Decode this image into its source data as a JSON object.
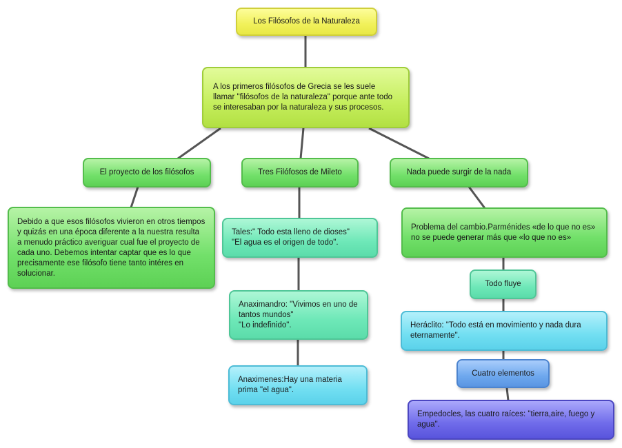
{
  "diagram": {
    "nodes": [
      {
        "id": "root",
        "text": "Los Filósofos de la Naturaleza"
      },
      {
        "id": "intro",
        "text": "A los primeros filósofos de Grecia se les suele llamar \"filósofos de la naturaleza\" porque ante todo se interesaban por la naturaleza y sus procesos."
      },
      {
        "id": "proyecto",
        "text": "El proyecto de los filósofos"
      },
      {
        "id": "proyecto_desc",
        "text": "Debido a que esos filósofos vivieron en otros tiempos y quizás en una época diferente a la nuestra resulta a menudo práctico averiguar cual fue el proyecto de cada uno. Debemos intentar captar que es lo que precisamente ese filósofo tiene tanto intéres en solucionar."
      },
      {
        "id": "mileto",
        "text": "Tres Filófosos de Mileto"
      },
      {
        "id": "tales",
        "text": "Tales:\" Todo esta lleno de dioses\"\n\"El agua es el origen de todo\"."
      },
      {
        "id": "anaximandro",
        "text": "Anaximandro: \"Vivimos en uno de tantos mundos\"\n\"Lo indefinido\"."
      },
      {
        "id": "anaximenes",
        "text": "Anaximenes:Hay una materia prima \"el agua\"."
      },
      {
        "id": "nada",
        "text": "Nada puede surgir de la nada"
      },
      {
        "id": "cambio",
        "text": "Problema del cambio.Parménides  «de lo que no es» no se puede generar más que «lo que no es»"
      },
      {
        "id": "fluye",
        "text": "Todo fluye"
      },
      {
        "id": "heraclito",
        "text": "Heráclito: \"Todo está en movimiento y nada dura eternamente\"."
      },
      {
        "id": "cuatro",
        "text": "Cuatro elementos"
      },
      {
        "id": "empedocles",
        "text": "Empedocles, las cuatro raíces: \"tierra,aire, fuego y agua\"."
      }
    ],
    "edges": [
      [
        "root",
        "intro"
      ],
      [
        "intro",
        "proyecto"
      ],
      [
        "intro",
        "mileto"
      ],
      [
        "intro",
        "nada"
      ],
      [
        "proyecto",
        "proyecto_desc"
      ],
      [
        "mileto",
        "tales"
      ],
      [
        "tales",
        "anaximandro"
      ],
      [
        "anaximandro",
        "anaximenes"
      ],
      [
        "nada",
        "cambio"
      ],
      [
        "cambio",
        "fluye"
      ],
      [
        "fluye",
        "heraclito"
      ],
      [
        "heraclito",
        "cuatro"
      ],
      [
        "cuatro",
        "empedocles"
      ]
    ]
  }
}
